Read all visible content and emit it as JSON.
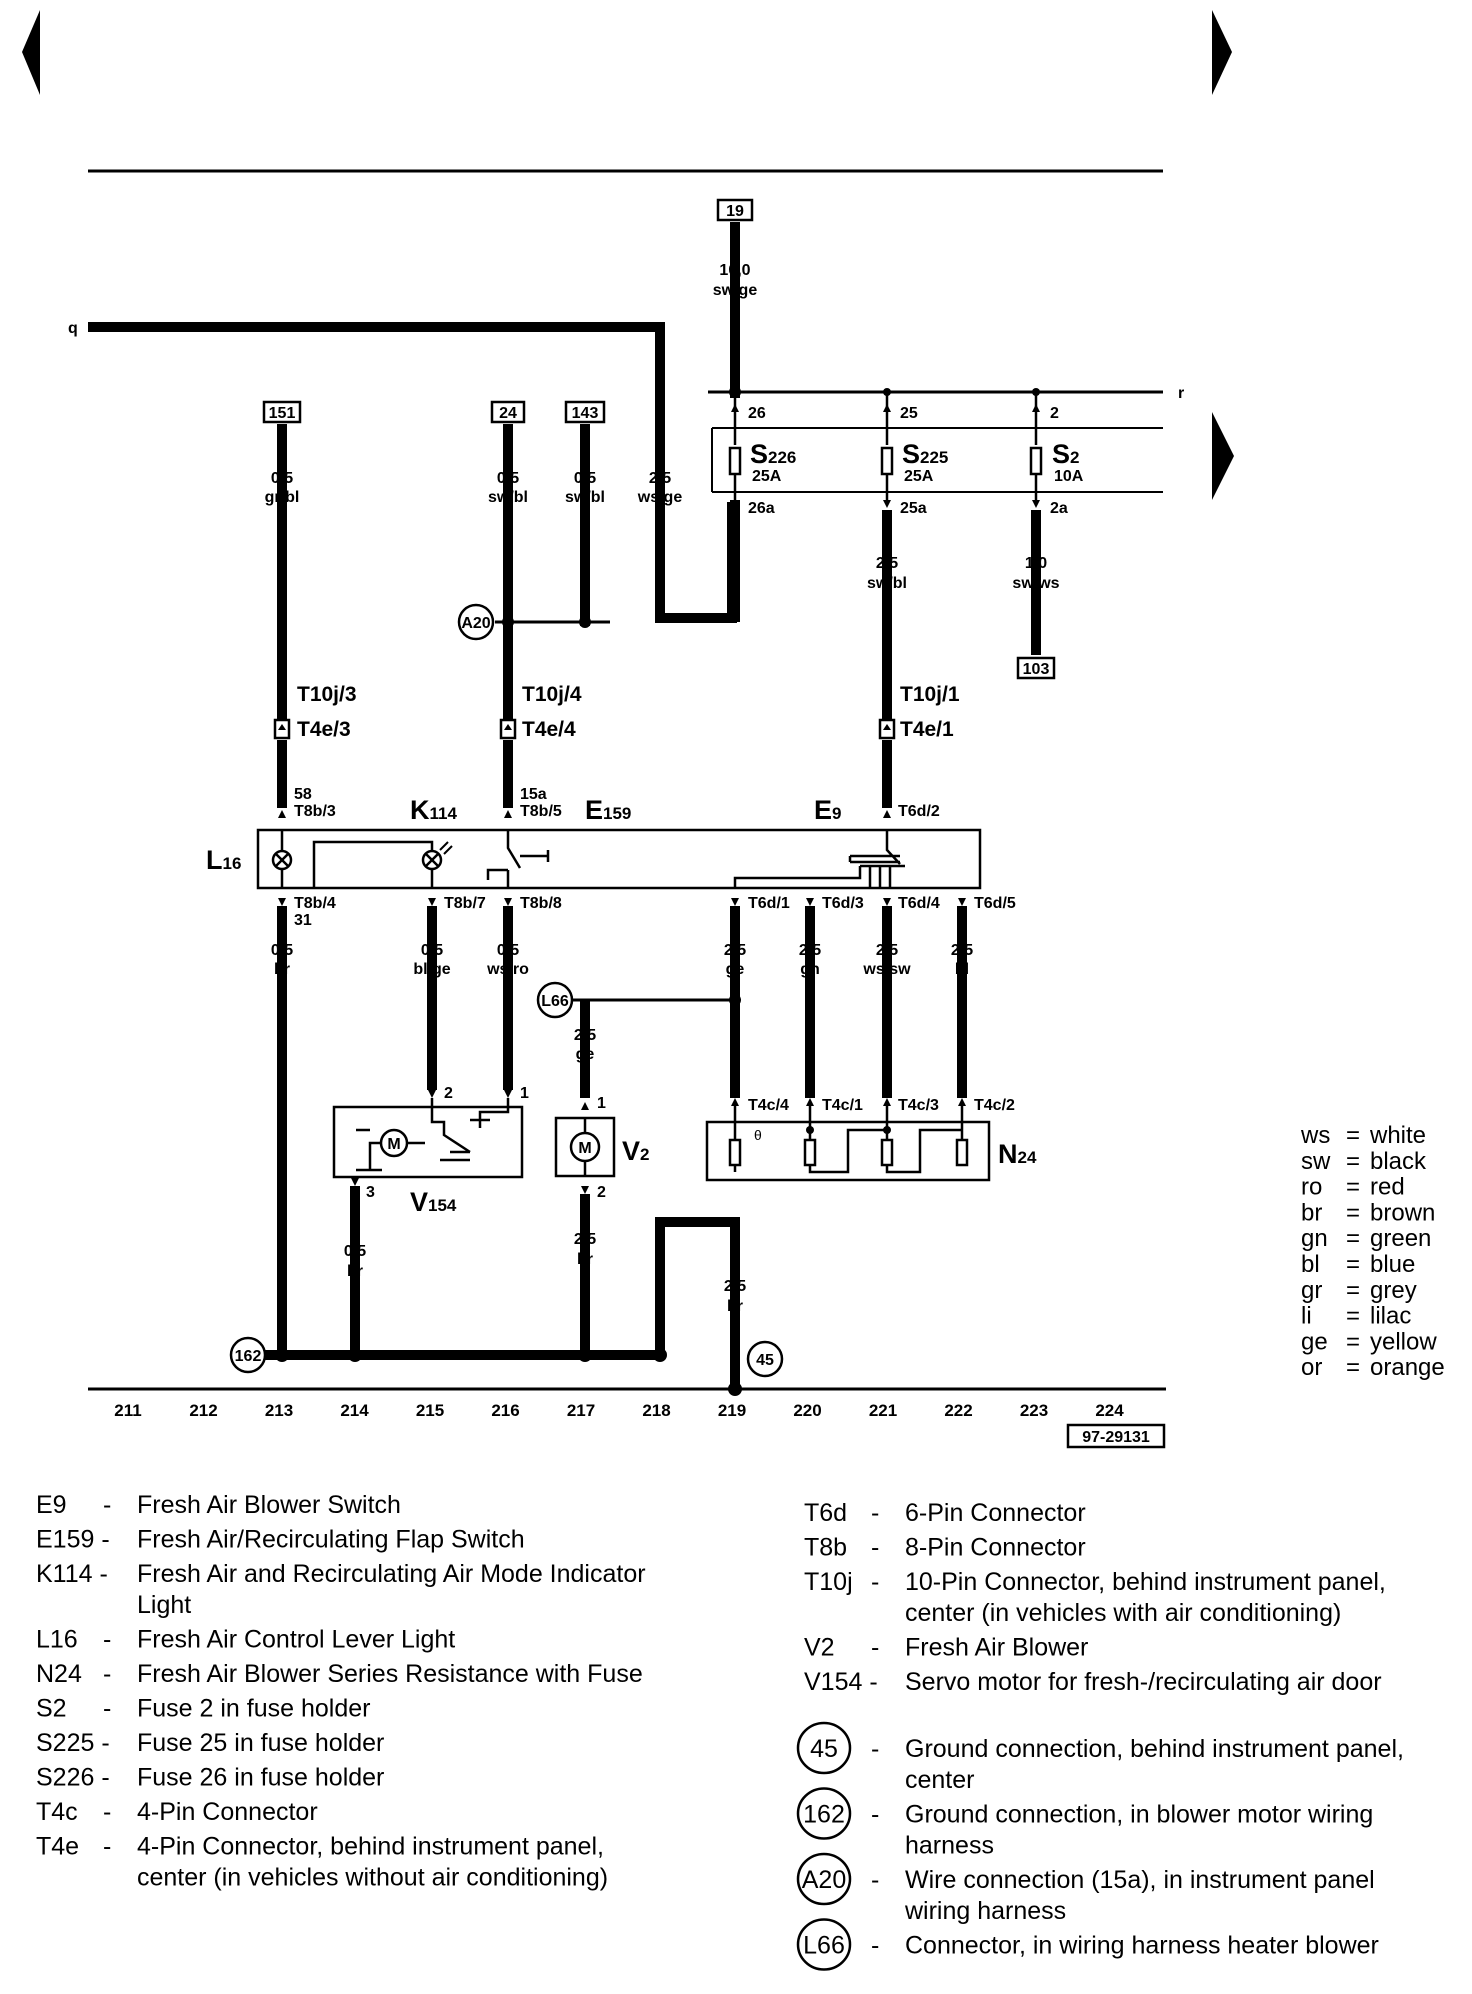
{
  "diagram_ref": "97-29131",
  "boxed_refs": {
    "b19": "19",
    "b151": "151",
    "b24": "24",
    "b143": "143",
    "b103": "103"
  },
  "edge_labels": {
    "q": "q",
    "r": "r"
  },
  "wires": {
    "w19": [
      "10,0",
      "sw/ge"
    ],
    "w151": [
      "0,5",
      "gr/bl"
    ],
    "w24": [
      "0,5",
      "sw/bl"
    ],
    "w143": [
      "0,5",
      "sw/bl"
    ],
    "wq": [
      "2,5",
      "ws/ge"
    ],
    "w25": [
      "2,5",
      "sw/bl"
    ],
    "w2": [
      "1,0",
      "sw/ws"
    ],
    "w213": [
      "0,5",
      "br"
    ],
    "w215": [
      "0,5",
      "bl/ge"
    ],
    "w216": [
      "0,5",
      "ws/ro"
    ],
    "w219": [
      "2,5",
      "ge"
    ],
    "w220": [
      "2,5",
      "gn"
    ],
    "w221": [
      "2,5",
      "ws/sw"
    ],
    "w222": [
      "2,5",
      "bl"
    ],
    "wl66": [
      "2,5",
      "ge"
    ],
    "w214b": [
      "0,5",
      "br"
    ],
    "w217b": [
      "2,5",
      "br"
    ],
    "w219b": [
      "2,5",
      "br"
    ]
  },
  "fuses": {
    "s226": {
      "name": "S",
      "sub": "226",
      "rating": "25A",
      "in": "26",
      "out": "26a"
    },
    "s225": {
      "name": "S",
      "sub": "225",
      "rating": "25A",
      "in": "25",
      "out": "25a"
    },
    "s2": {
      "name": "S",
      "sub": "2",
      "rating": "10A",
      "in": "2",
      "out": "2a"
    }
  },
  "connectors": {
    "t10j3": "T10j/3",
    "t4e3": "T4e/3",
    "t10j4": "T10j/4",
    "t4e4": "T4e/4",
    "t10j1": "T10j/1",
    "t4e1": "T4e/1",
    "t8b3": "T8b/3",
    "t8b3pin": "58",
    "t8b5": "T8b/5",
    "t8b5pin": "15a",
    "t6d2": "T6d/2",
    "t8b4": "T8b/4",
    "t8b4pin": "31",
    "t8b7": "T8b/7",
    "t8b8": "T8b/8",
    "t6d1": "T6d/1",
    "t6d3": "T6d/3",
    "t6d4": "T6d/4",
    "t6d5": "T6d/5",
    "t4c4": "T4c/4",
    "t4c1": "T4c/1",
    "t4c3": "T4c/3",
    "t4c2": "T4c/2",
    "v154_p2": "2",
    "v154_p1": "1",
    "v154_p3": "3",
    "v2_p1": "1",
    "v2_p2": "2"
  },
  "components": {
    "l16": {
      "name": "L",
      "sub": "16"
    },
    "k114": {
      "name": "K",
      "sub": "114"
    },
    "e159": {
      "name": "E",
      "sub": "159"
    },
    "e9": {
      "name": "E",
      "sub": "9"
    },
    "v154": {
      "name": "V",
      "sub": "154"
    },
    "v2": {
      "name": "V",
      "sub": "2"
    },
    "n24": {
      "name": "N",
      "sub": "24"
    },
    "motor": "M"
  },
  "circle_refs": {
    "a20": "A20",
    "l66": "L66",
    "g162": "162",
    "g45": "45"
  },
  "columns": [
    "211",
    "212",
    "213",
    "214",
    "215",
    "216",
    "217",
    "218",
    "219",
    "220",
    "221",
    "222",
    "223",
    "224"
  ],
  "color_codes": [
    {
      "code": "ws",
      "name": "white"
    },
    {
      "code": "sw",
      "name": "black"
    },
    {
      "code": "ro",
      "name": "red"
    },
    {
      "code": "br",
      "name": "brown"
    },
    {
      "code": "gn",
      "name": "green"
    },
    {
      "code": "bl",
      "name": "blue"
    },
    {
      "code": "gr",
      "name": "grey"
    },
    {
      "code": "li",
      "name": "lilac"
    },
    {
      "code": "ge",
      "name": "yellow"
    },
    {
      "code": "or",
      "name": "orange"
    }
  ],
  "legend_left": [
    {
      "code": "E9",
      "desc": [
        "Fresh Air Blower Switch"
      ]
    },
    {
      "code": "E159 -",
      "desc": [
        "Fresh Air/Recirculating Flap Switch"
      ]
    },
    {
      "code": "K114 -",
      "desc": [
        "Fresh Air and Recirculating Air Mode Indicator",
        "Light"
      ]
    },
    {
      "code": "L16",
      "desc": [
        "Fresh Air Control Lever Light"
      ]
    },
    {
      "code": "N24",
      "desc": [
        "Fresh Air Blower Series Resistance with Fuse"
      ]
    },
    {
      "code": "S2",
      "desc": [
        "Fuse 2 in fuse holder"
      ]
    },
    {
      "code": "S225 -",
      "desc": [
        "Fuse 25 in fuse holder"
      ]
    },
    {
      "code": "S226 -",
      "desc": [
        "Fuse 26 in fuse holder"
      ]
    },
    {
      "code": "T4c",
      "desc": [
        "4-Pin Connector"
      ]
    },
    {
      "code": "T4e",
      "desc": [
        "4-Pin Connector, behind instrument panel,",
        "center  (in vehicles without air conditioning)"
      ]
    }
  ],
  "legend_right": [
    {
      "code": "T6d",
      "desc": [
        "6-Pin Connector"
      ]
    },
    {
      "code": "T8b",
      "desc": [
        "8-Pin Connector"
      ]
    },
    {
      "code": "T10j",
      "desc": [
        "10-Pin Connector, behind instrument panel,",
        "center (in vehicles with air conditioning)"
      ]
    },
    {
      "code": "V2",
      "desc": [
        "Fresh Air Blower"
      ]
    },
    {
      "code": "V154 -",
      "desc": [
        "Servo motor for fresh-/recirculating air door"
      ]
    }
  ],
  "legend_circles": [
    {
      "code": "45",
      "desc": [
        "Ground connection, behind instrument panel,",
        "center"
      ]
    },
    {
      "code": "162",
      "desc": [
        "Ground connection, in blower motor wiring",
        "harness"
      ]
    },
    {
      "code": "A20",
      "desc": [
        "Wire connection (15a), in instrument panel",
        "wiring harness"
      ]
    },
    {
      "code": "L66",
      "desc": [
        "Connector, in wiring harness heater blower"
      ]
    }
  ]
}
